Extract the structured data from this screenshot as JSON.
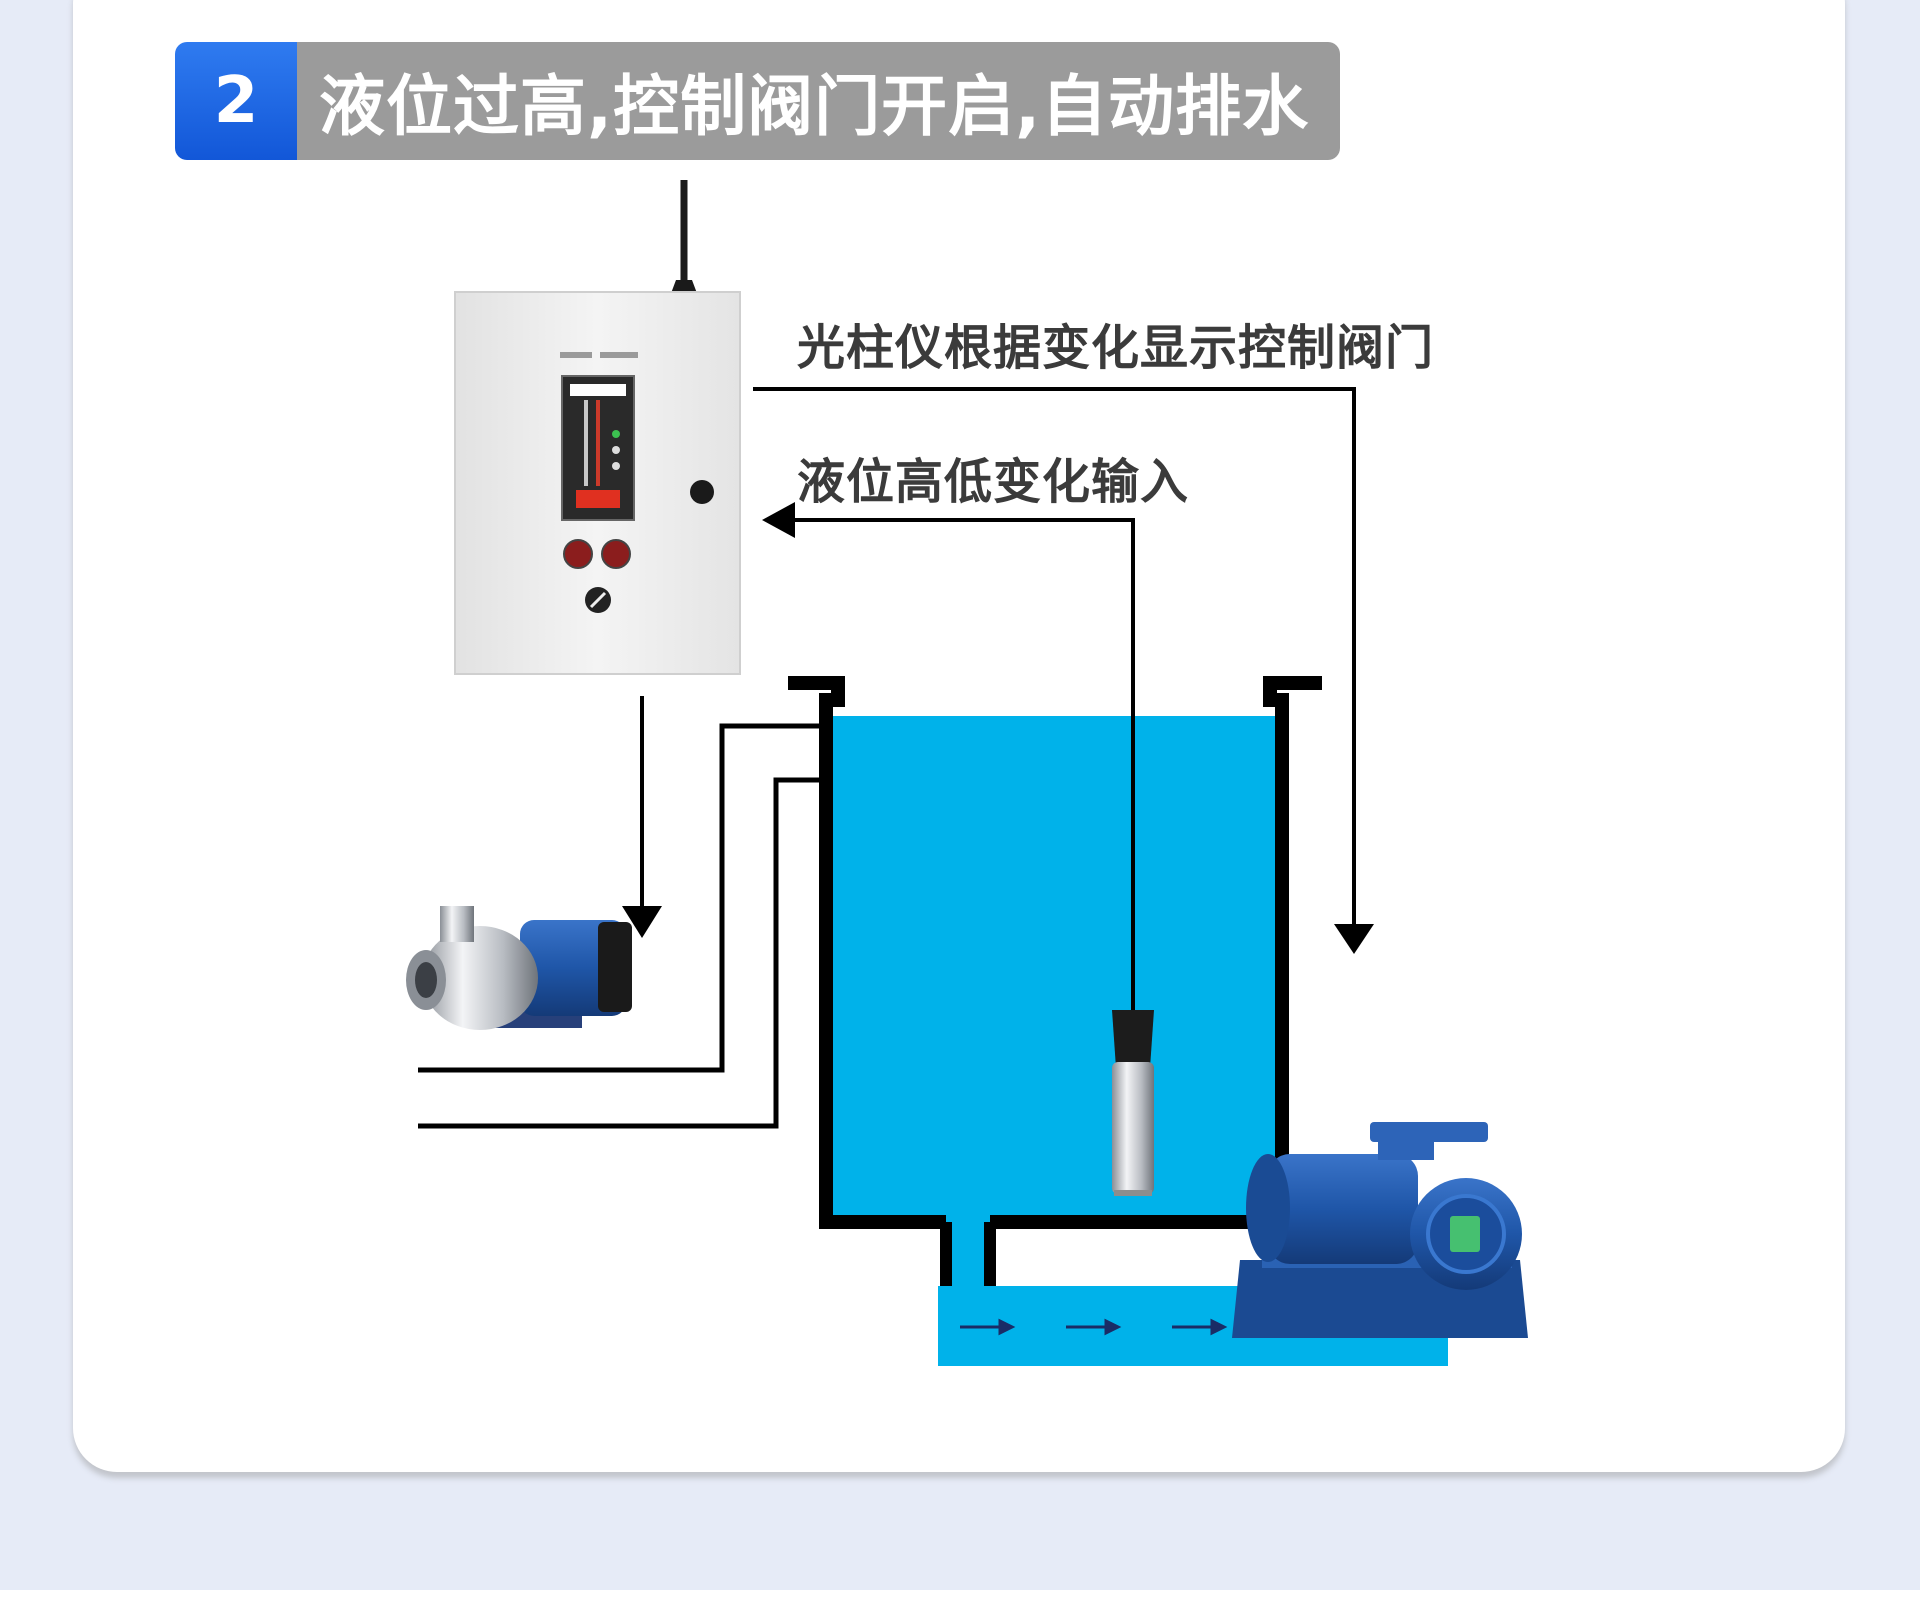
{
  "step": {
    "number": "2",
    "title": "液位过高,控制阀门开启,自动排水"
  },
  "labels": {
    "output": "光柱仪根据变化显示控制阀门",
    "input": "液位高低变化输入"
  },
  "colors": {
    "badge_blue": "#1a63e0",
    "title_gray": "#9b9b9b",
    "water": "#00b2ea",
    "line": "#000000",
    "pump_blue": "#1f56a8",
    "cabinet": "#ececec",
    "background": "#e6ebf7"
  }
}
